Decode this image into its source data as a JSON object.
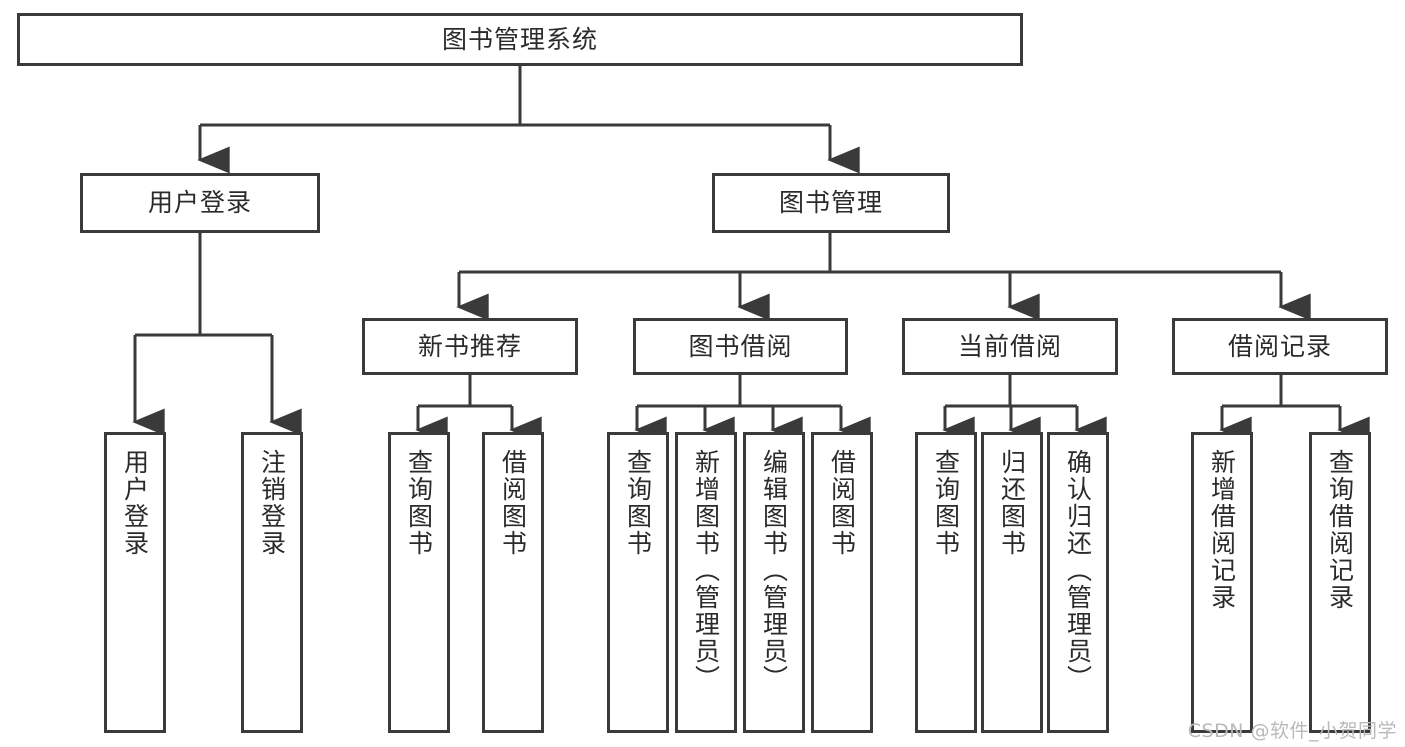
{
  "diagram": {
    "title": "图书管理系统",
    "type": "tree-hierarchy",
    "watermark": "CSDN @软件_小贺同学",
    "colors": {
      "background": "#ffffff",
      "box_border": "#3a3a3a",
      "connector": "#3a3a3a",
      "text": "#2b2b2b",
      "watermark": "#b9b9b9"
    },
    "root": {
      "label": "图书管理系统"
    },
    "level2": [
      {
        "label": "用户登录"
      },
      {
        "label": "图书管理"
      }
    ],
    "level3": [
      {
        "label": "新书推荐"
      },
      {
        "label": "图书借阅"
      },
      {
        "label": "当前借阅"
      },
      {
        "label": "借阅记录"
      }
    ],
    "leaves": {
      "user_login": [
        {
          "label": "用户登录"
        },
        {
          "label": "注销登录"
        }
      ],
      "new_book_recommend": [
        {
          "label": "查询图书"
        },
        {
          "label": "借阅图书"
        }
      ],
      "book_borrow": [
        {
          "label": "查询图书"
        },
        {
          "label": "新增图书（管理员）"
        },
        {
          "label": "编辑图书（管理员）"
        },
        {
          "label": "借阅图书"
        }
      ],
      "current_borrow": [
        {
          "label": "查询图书"
        },
        {
          "label": "归还图书"
        },
        {
          "label": "确认归还（管理员）"
        }
      ],
      "borrow_record": [
        {
          "label": "新增借阅记录"
        },
        {
          "label": "查询借阅记录"
        }
      ]
    }
  }
}
